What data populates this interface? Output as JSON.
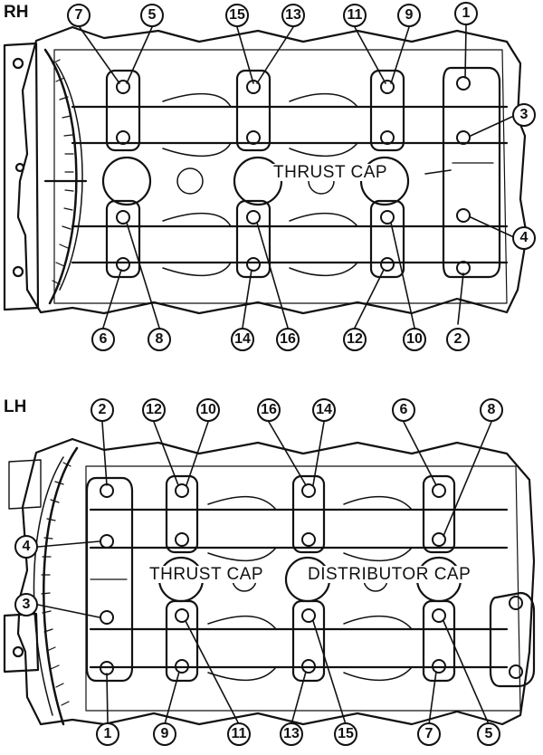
{
  "rh": {
    "label": "RH",
    "thrust_cap": "THRUST CAP",
    "sequence_top": [
      "7",
      "5",
      "15",
      "13",
      "11",
      "9",
      "1",
      "3"
    ],
    "sequence_bottom": [
      "6",
      "8",
      "14",
      "16",
      "12",
      "10",
      "2",
      "4"
    ]
  },
  "lh": {
    "label": "LH",
    "thrust_cap": "THRUST CAP",
    "distributor_cap": "DISTRIBUTOR CAP",
    "sequence_top": [
      "2",
      "12",
      "10",
      "16",
      "14",
      "6",
      "8",
      "4",
      "3"
    ],
    "sequence_bottom": [
      "1",
      "9",
      "11",
      "13",
      "15",
      "7",
      "5"
    ]
  }
}
